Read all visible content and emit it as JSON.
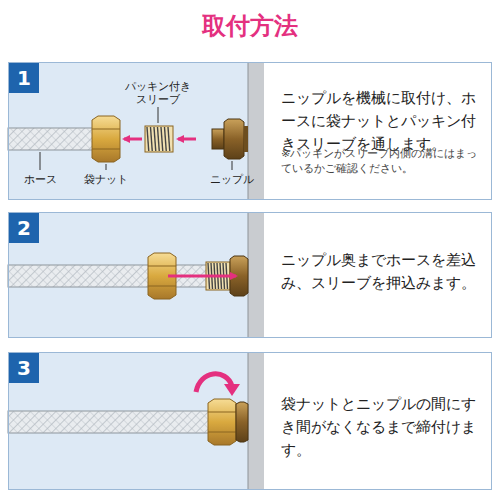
{
  "diagram": {
    "title": "取付方法",
    "nodes": [
      {
        "text": [
          "ニップルを機械に取付け、ホースに袋ナットとパッキン付きスリーブを通します。",
          "※パッキンがスリーブ内側の溝にはまっているかご確認ください。"
        ]
      },
      {
        "text": [
          "1"
        ],
        "in": 0
      },
      {
        "text": [
          "ニップル奥までホースを差込み、スリーブを押込みます。"
        ]
      },
      {
        "text": [
          "2"
        ],
        "in": 2
      },
      {
        "text": [
          "袋ナットとニップルの間にすき間がなくなるまで締付けます。"
        ]
      },
      {
        "text": [
          "3"
        ],
        "in": 4
      }
    ],
    "labels": [
      "パッキン付き スリーブ",
      "ホース",
      "袋ナット",
      "ニップル"
    ]
  }
}
